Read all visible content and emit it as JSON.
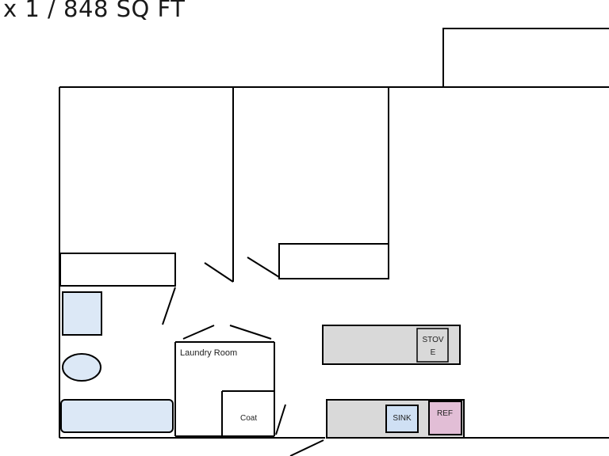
{
  "title": "x 1 / 848 SQ FT",
  "labels": {
    "laundry": "Laundry Room",
    "coat": "Coat",
    "stove_line1": "STOV",
    "stove_line2": "E",
    "sink": "SINK",
    "ref": "REF"
  },
  "colors": {
    "wall": "#000000",
    "counter": "#d9d9d9",
    "fixture_blue": "#dce8f6",
    "sink_blue": "#cfe0f4",
    "ref_pink": "#e2bed6"
  }
}
